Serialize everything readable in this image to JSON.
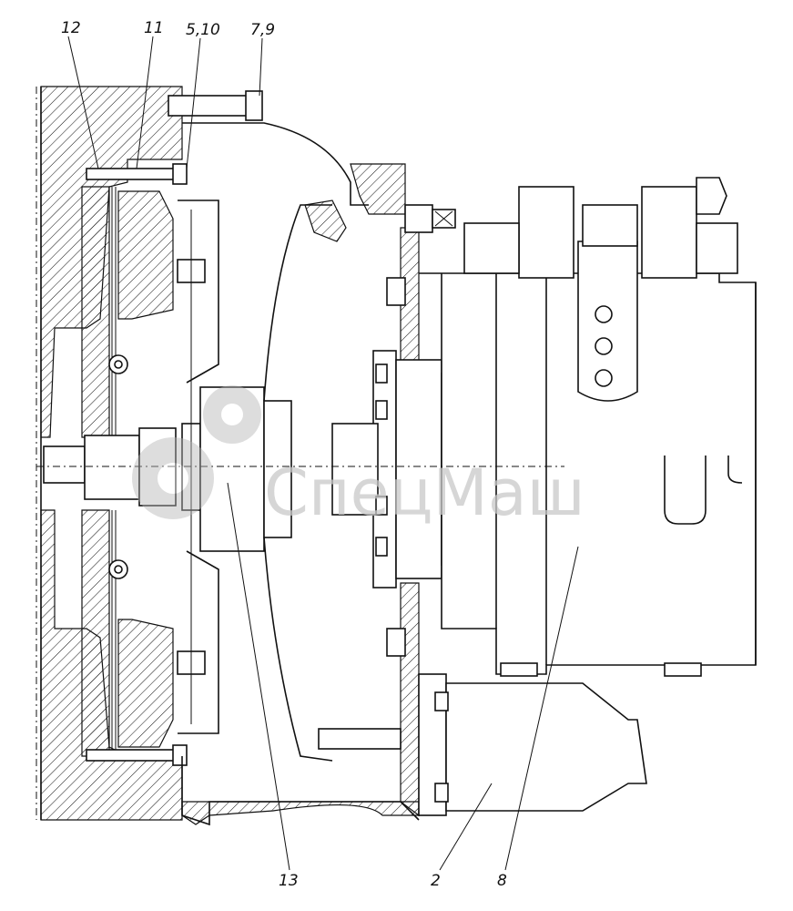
{
  "callouts": {
    "c12": "12",
    "c11": "11",
    "c5_10": "5,10",
    "c7_9": "7,9",
    "c13": "13",
    "c2": "2",
    "c8": "8"
  },
  "watermark": {
    "text": "СпецМаш",
    "icon": "gear-icon"
  }
}
